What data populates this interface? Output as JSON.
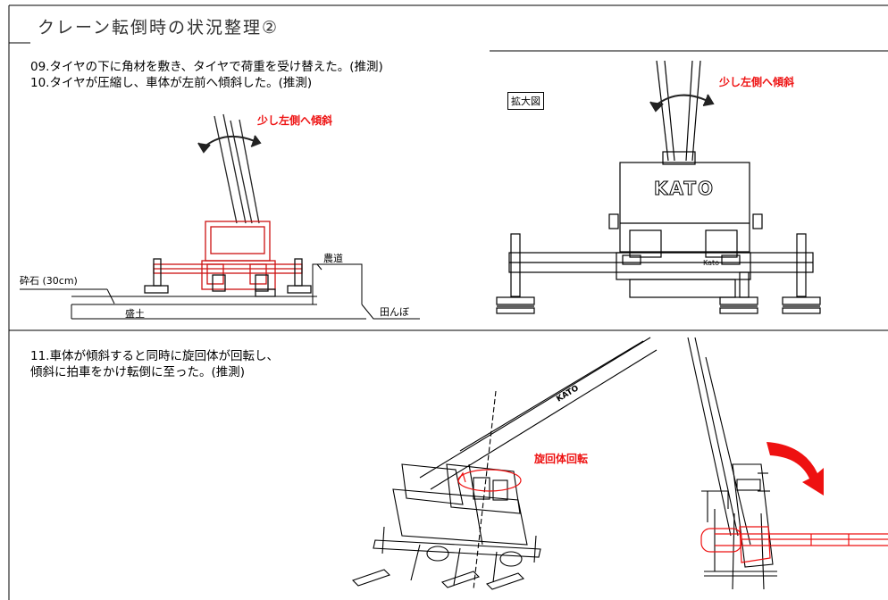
{
  "title": "クレーン転倒時の状況整理②",
  "section1": {
    "line1": "09.タイヤの下に角材を敷き、タイヤで荷重を受け替えた。(推測)",
    "line2": "10.タイヤが圧縮し、車体が左前へ傾斜した。(推測)",
    "left_diagram": {
      "annotation": "少し左側へ傾斜",
      "label_gravel": "砕石 (30cm)",
      "label_farm_road": "農道",
      "label_embankment": "盛土",
      "label_paddy": "田んぼ"
    },
    "right_diagram": {
      "enlarged_label": "拡大図",
      "annotation": "少し左側へ傾斜",
      "brand": "KATO",
      "brand_small": "Kato"
    }
  },
  "section2": {
    "line1": "11.車体が傾斜すると同時に旋回体が回転し、",
    "line2": "傾斜に拍車をかけ転倒に至った。(推測)",
    "annotation": "旋回体回転",
    "boom_brand": "KATO"
  },
  "colors": {
    "red": "#ee1111",
    "line": "#000000",
    "border": "#000000"
  }
}
